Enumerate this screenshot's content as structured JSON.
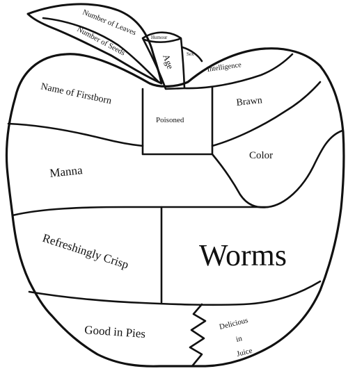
{
  "diagram": {
    "regions": {
      "number_of_leaves": "Number of Leaves",
      "number_of_seeds": "Number of Seeds",
      "humour": "Humour",
      "age": "Age",
      "sex": "Sex",
      "intelligence": "Intelligence",
      "name_of_firstborn": "Name of Firstborn",
      "poisoned": "Poisoned",
      "brawn": "Brawn",
      "color": "Color",
      "manna": "Manna",
      "refreshingly_crisp": "Refreshingly Crisp",
      "worms": "Worms",
      "good_in_pies": "Good in Pies",
      "delicious_line1": "Delicious",
      "delicious_line2": "in",
      "delicious_line3": "Juice"
    }
  }
}
